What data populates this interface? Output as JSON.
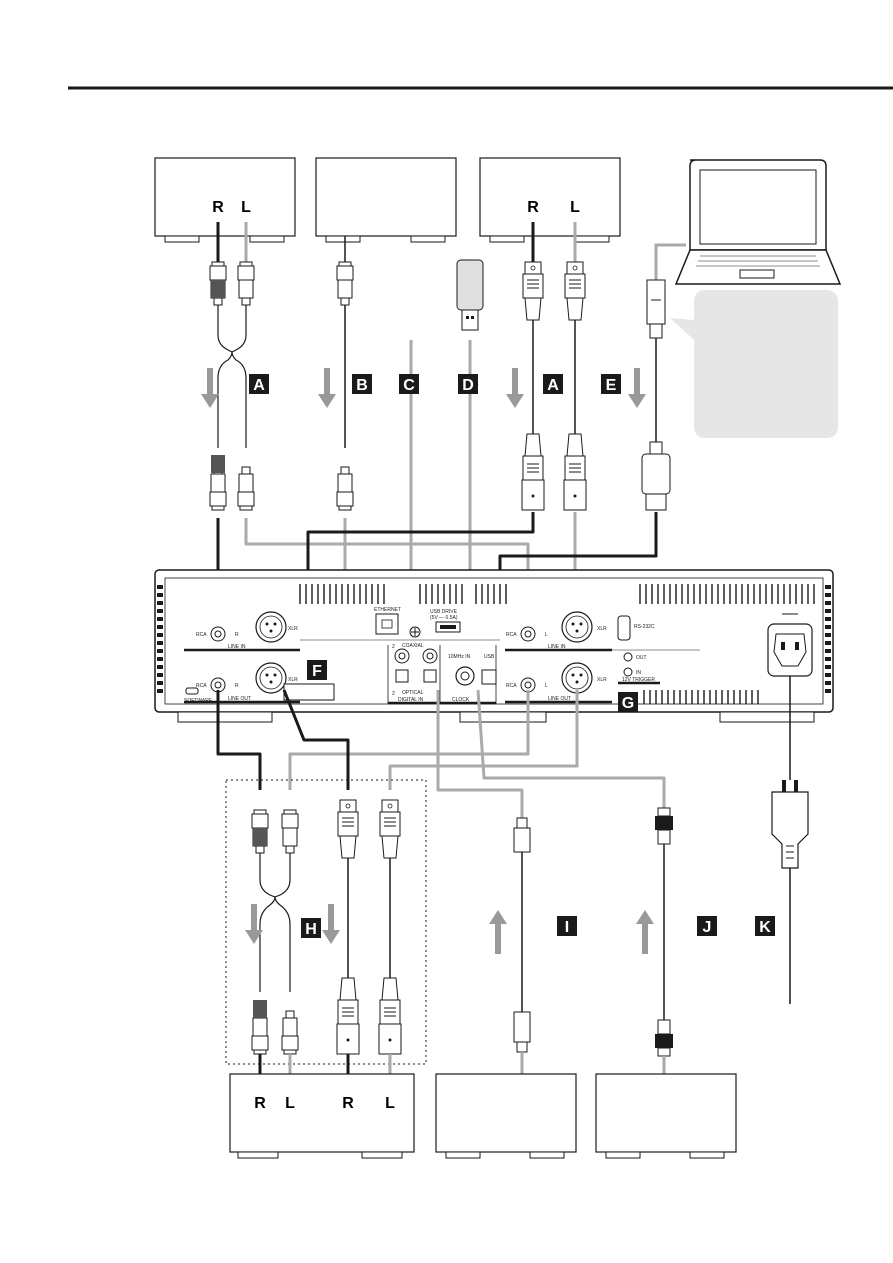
{
  "channel_labels": {
    "right": "R",
    "left": "L"
  },
  "cable_markers": [
    {
      "id": "A",
      "letter": "A"
    },
    {
      "id": "B",
      "letter": "B"
    },
    {
      "id": "C",
      "letter": "C"
    },
    {
      "id": "D",
      "letter": "D"
    },
    {
      "id": "A2",
      "letter": "A"
    },
    {
      "id": "E",
      "letter": "E"
    },
    {
      "id": "F",
      "letter": "F"
    },
    {
      "id": "G",
      "letter": "G"
    },
    {
      "id": "H",
      "letter": "H"
    },
    {
      "id": "I",
      "letter": "I"
    },
    {
      "id": "J",
      "letter": "J"
    },
    {
      "id": "K",
      "letter": "K"
    }
  ],
  "rear_panel": {
    "rca": "RCA",
    "xlr": "XLR",
    "line_in": "LINE IN",
    "line_out": "LINE OUT",
    "ethernet": "ETHERNET",
    "usb_drive": "USB DRIVE",
    "usb_drive_rating": "(5V — 0.5A)",
    "coaxial": "COAXIAL",
    "optical": "OPTICAL",
    "digital_in": "DIGITAL IN",
    "clock_in": "10MHz IN",
    "clock": "CLOCK",
    "usb": "USB",
    "rs232c": "RS-232C",
    "trigger_out": "OUT",
    "trigger_in": "IN",
    "trigger": "12V TRIGGER",
    "software": "SOFTWARE",
    "port_1": "1",
    "port_2": "2",
    "r_mark": "R",
    "l_mark": "L"
  },
  "colors": {
    "line": "#1a1a1a",
    "cable_gray": "#aaaaaa",
    "arrow_gray": "#999999",
    "marker_bg": "#1a1a1a",
    "callout_bg": "#e6e6e6"
  }
}
